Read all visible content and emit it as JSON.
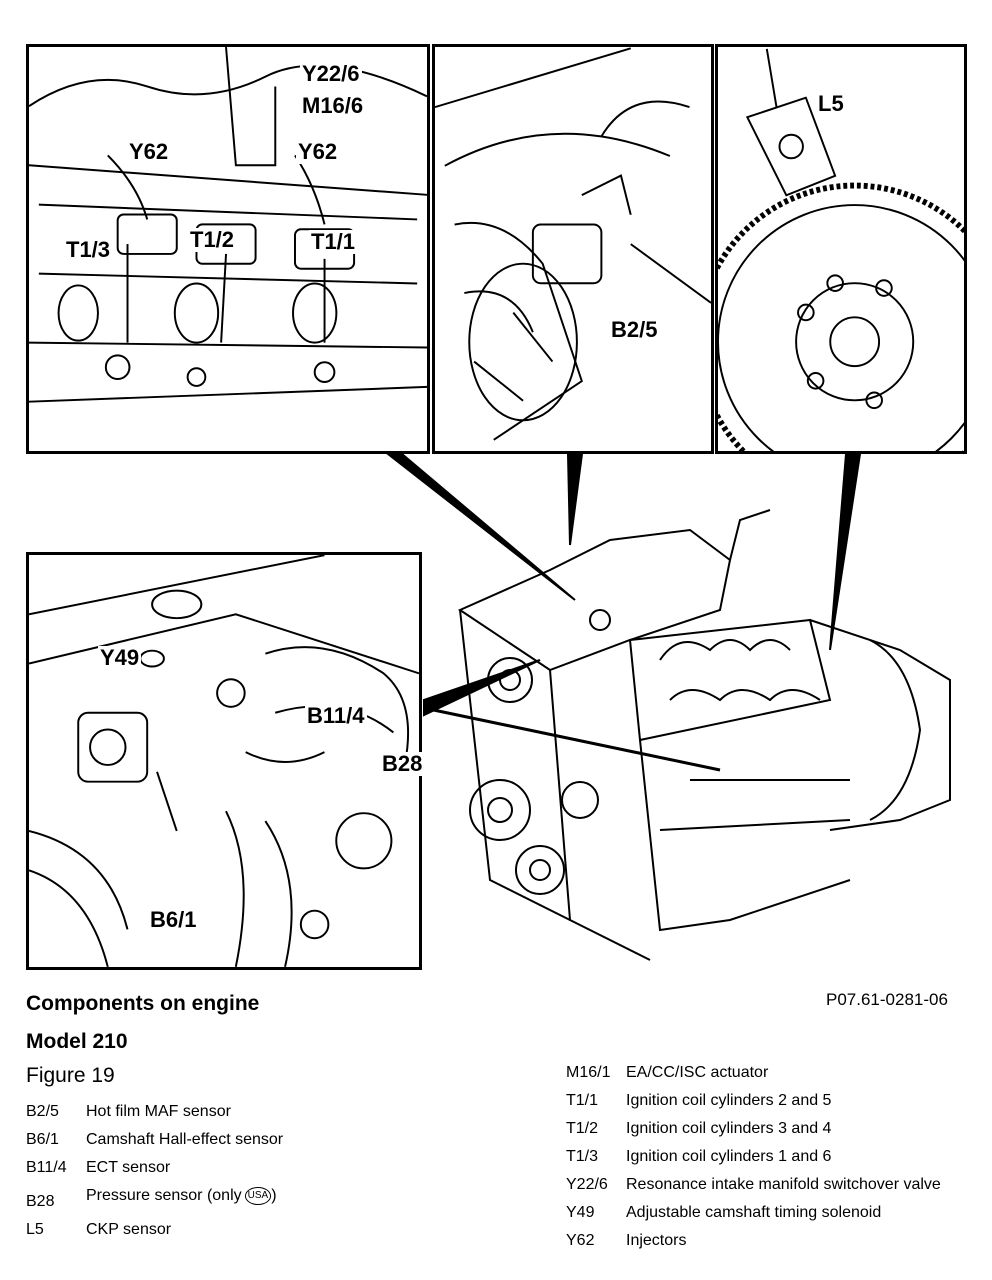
{
  "callouts": {
    "y22_6": "Y22/6",
    "m16_6": "M16/6",
    "y62_a": "Y62",
    "y62_b": "Y62",
    "t1_3": "T1/3",
    "t1_2": "T1/2",
    "t1_1": "T1/1",
    "b2_5": "B2/5",
    "l5": "L5",
    "y49": "Y49",
    "b11_4": "B11/4",
    "b28": "B28",
    "b6_1": "B6/1"
  },
  "caption": {
    "title_line1": "Components on engine",
    "title_line2": "Model 210",
    "figure": "Figure 19",
    "ref_number": "P07.61-0281-06"
  },
  "legend_left": [
    {
      "code": "B2/5",
      "desc": "Hot film MAF sensor"
    },
    {
      "code": "B6/1",
      "desc": "Camshaft Hall-effect sensor"
    },
    {
      "code": "B11/4",
      "desc": "ECT sensor"
    },
    {
      "code": "B28",
      "desc": "Pressure sensor (only",
      "badge": "USA",
      "suffix": ")"
    },
    {
      "code": "L5",
      "desc": "CKP sensor"
    }
  ],
  "legend_right": [
    {
      "code": "M16/1",
      "desc": "EA/CC/ISC actuator"
    },
    {
      "code": "T1/1",
      "desc": "Ignition coil cylinders 2 and 5"
    },
    {
      "code": "T1/2",
      "desc": "Ignition coil cylinders 3 and 4"
    },
    {
      "code": "T1/3",
      "desc": "Ignition coil cylinders 1 and 6"
    },
    {
      "code": "Y22/6",
      "desc": "Resonance intake manifold switchover valve"
    },
    {
      "code": "Y49",
      "desc": "Adjustable camshaft timing solenoid"
    },
    {
      "code": "Y62",
      "desc": "Injectors"
    }
  ]
}
